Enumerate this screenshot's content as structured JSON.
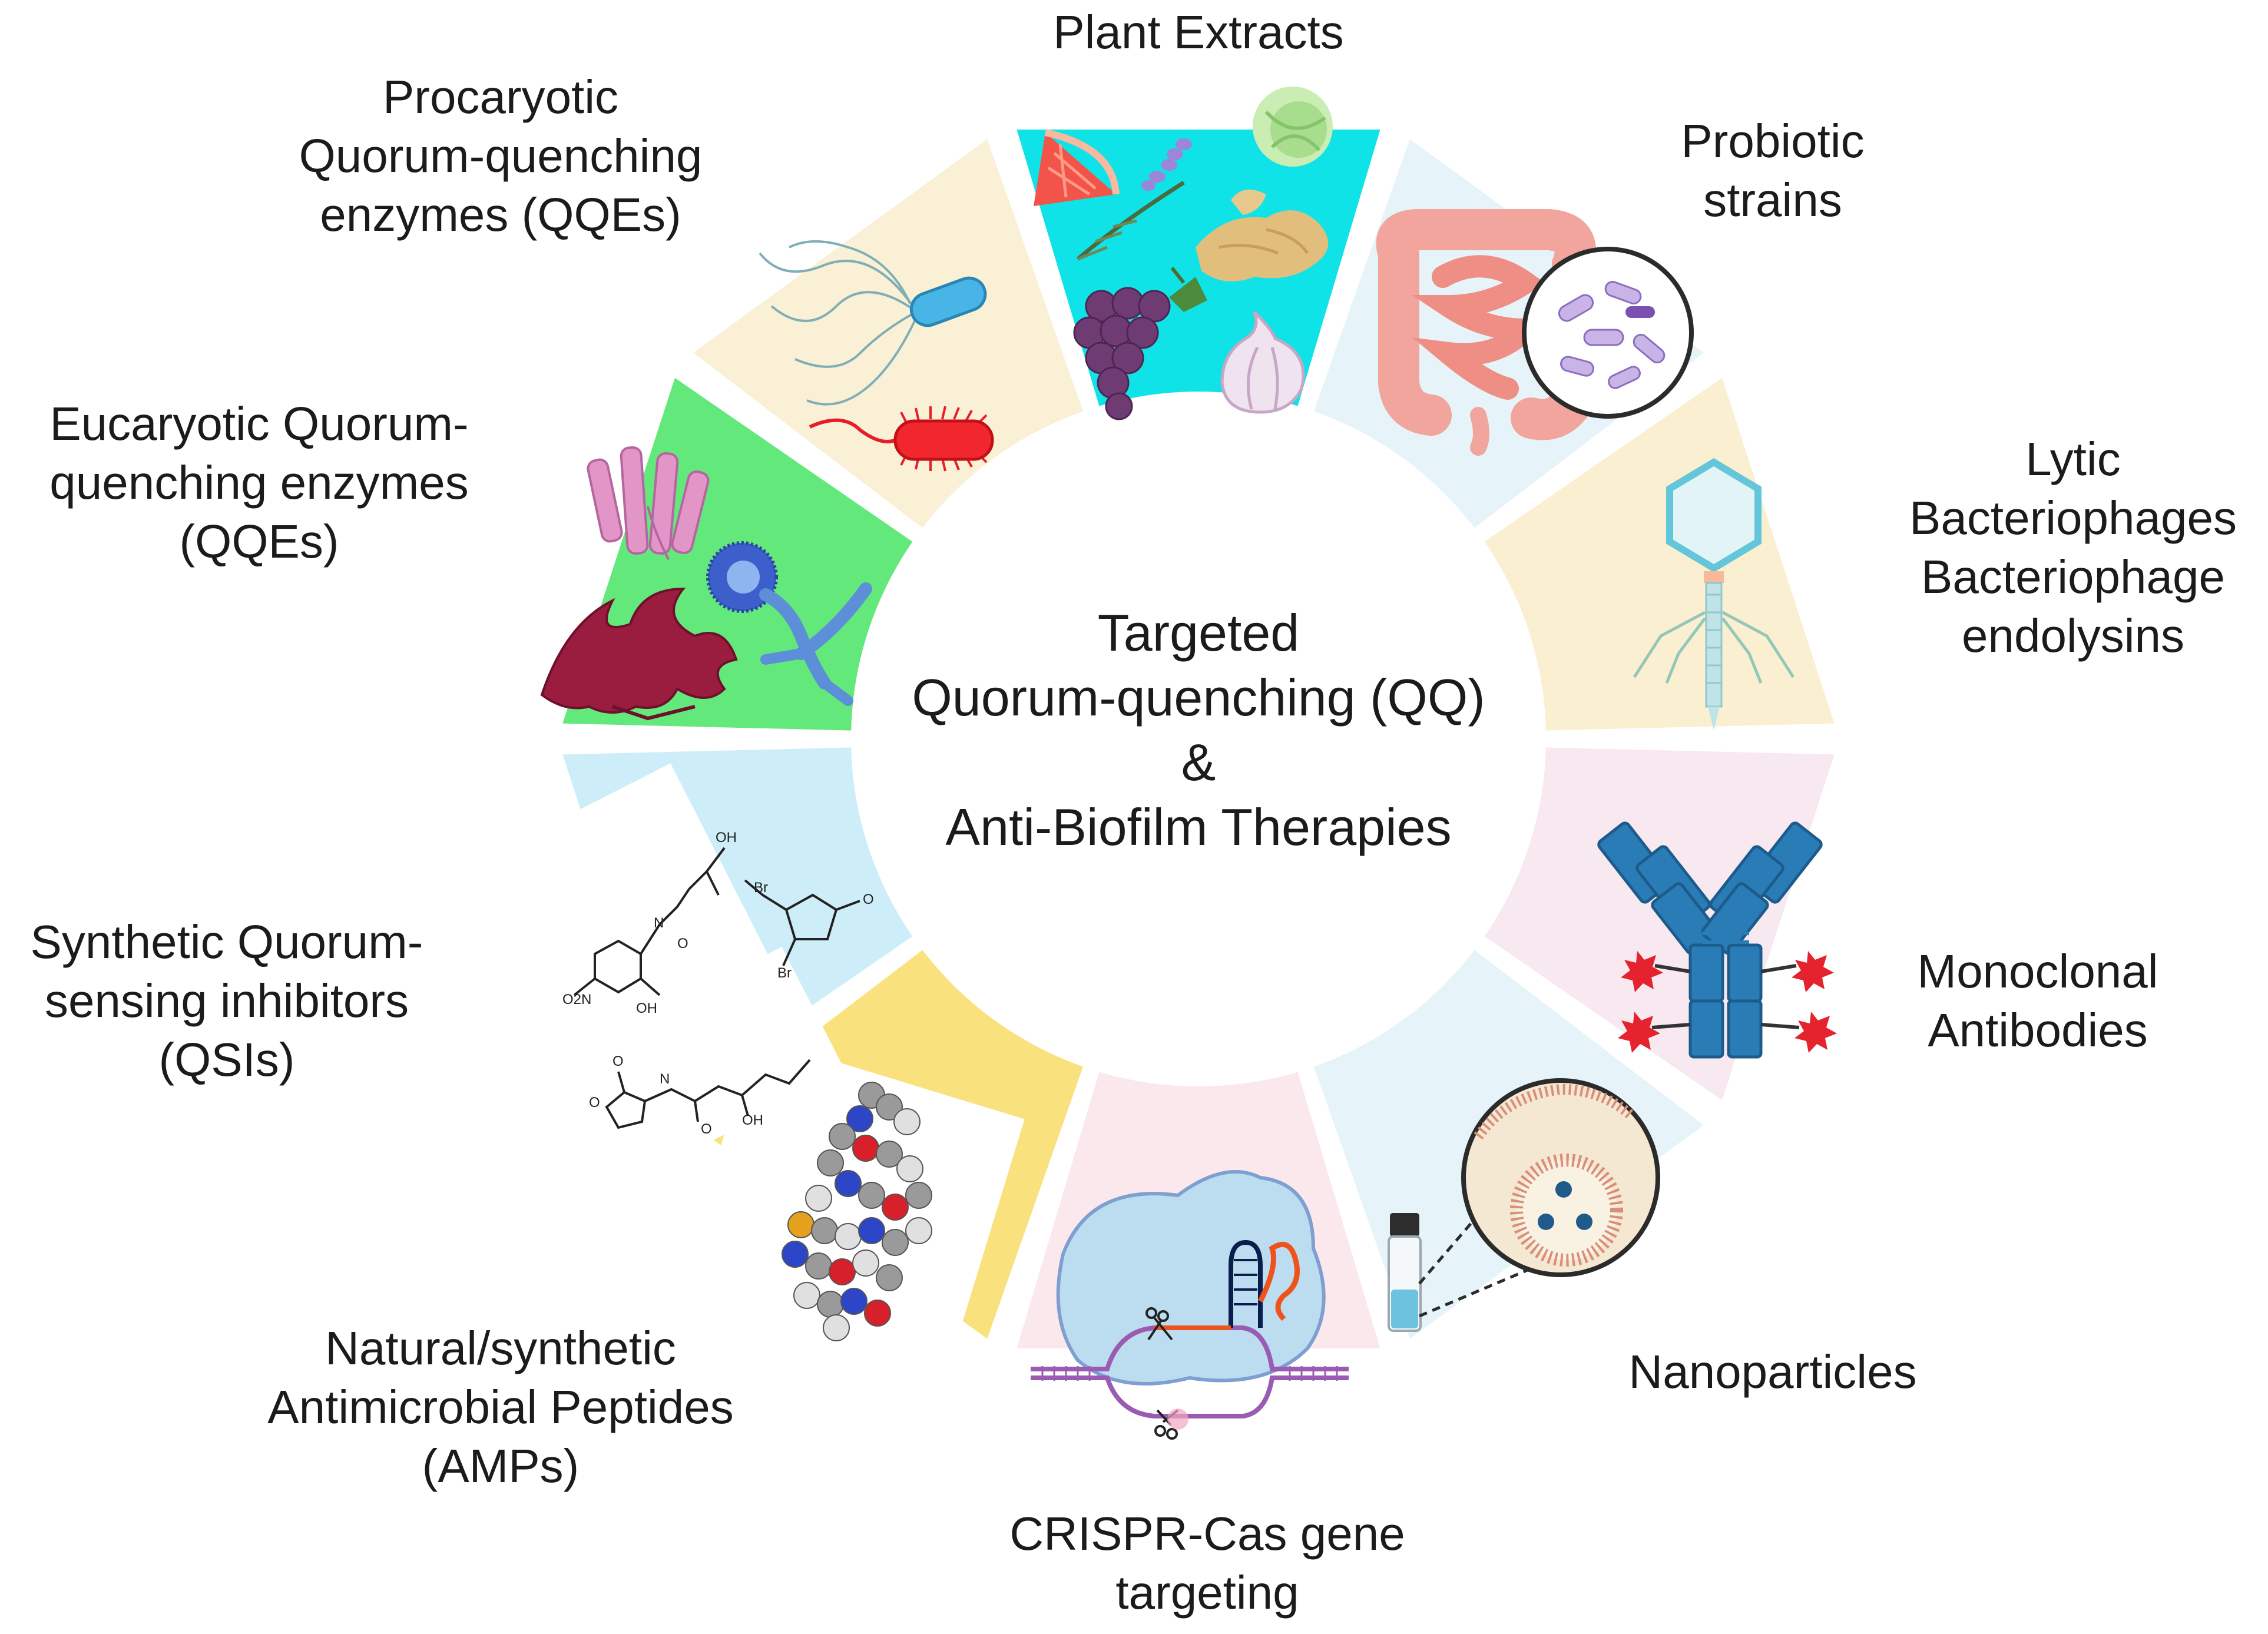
{
  "center": {
    "line1": "Targeted",
    "line2": "Quorum-quenching (QQ)",
    "line3": "&",
    "line4": "Anti-Biofilm Therapies"
  },
  "segments": [
    {
      "id": "plant-extracts",
      "lines": [
        "Plant Extracts"
      ],
      "color": "#10E3E8",
      "icon": "plant-extracts-icon"
    },
    {
      "id": "probiotic-strains",
      "lines": [
        "Probiotic",
        "strains"
      ],
      "color": "#E6F4FA",
      "icon": "intestine-microbes-icon"
    },
    {
      "id": "lytic-bacteriophages",
      "lines": [
        "Lytic",
        "Bacteriophages",
        "Bacteriophage",
        "endolysins"
      ],
      "color": "#FAEFD0",
      "icon": "bacteriophage-icon"
    },
    {
      "id": "monoclonal-antibodies",
      "lines": [
        "Monoclonal",
        "Antibodies"
      ],
      "color": "#F8E8F0",
      "icon": "antibody-icon"
    },
    {
      "id": "nanoparticles",
      "lines": [
        "Nanoparticles"
      ],
      "color": "#E6F4FA",
      "icon": "nanoparticle-vial-icon"
    },
    {
      "id": "crispr-cas",
      "lines": [
        "CRISPR-Cas gene",
        "targeting"
      ],
      "color": "#FBE8EC",
      "icon": "crispr-cas-icon"
    },
    {
      "id": "antimicrobial-peptides",
      "lines": [
        "Natural/synthetic",
        "Antimicrobial Peptides",
        "(AMPs)"
      ],
      "color": "#F9E27E",
      "icon": "peptide-molecule-icon"
    },
    {
      "id": "synthetic-qsis",
      "lines": [
        "Synthetic Quorum-",
        "sensing inhibitors",
        "(QSIs)"
      ],
      "color": "#CDEEF8",
      "icon": "chemical-structure-icon"
    },
    {
      "id": "eucaryotic-qqes",
      "lines": [
        "Eucaryotic Quorum-",
        "quenching enzymes",
        "(QQEs)"
      ],
      "color": "#63E87B",
      "icon": "algae-fungi-icon"
    },
    {
      "id": "procaryotic-qqes",
      "lines": [
        "Procaryotic",
        "Quorum-quenching",
        "enzymes (QQEs)"
      ],
      "color": "#FAF0D5",
      "icon": "bacteria-icon"
    }
  ],
  "chem_labels": [
    "OH",
    "N",
    "O",
    "OH",
    "O2N",
    "Br",
    "Br",
    "O",
    "O",
    "N",
    "OH",
    "O",
    "O"
  ]
}
